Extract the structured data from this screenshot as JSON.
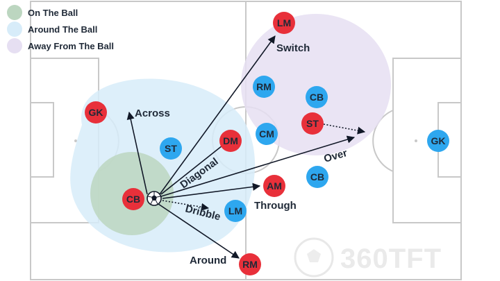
{
  "legend": [
    {
      "label": "On The Ball",
      "color": "#bcd6c0"
    },
    {
      "label": "Around The Ball",
      "color": "#d7ecf9"
    },
    {
      "label": "Away From The Ball",
      "color": "#e6dff2"
    }
  ],
  "colors": {
    "team_red": "#e8303a",
    "team_blue": "#2ea7ef",
    "on_ball": "#bcd6c0",
    "around_ball": "#d7ecf9",
    "away_ball": "#e6dff2",
    "pitch_lines": "#c8c8c8"
  },
  "players": [
    {
      "id": "gk-left",
      "label": "GK",
      "team": "red"
    },
    {
      "id": "cb-left",
      "label": "CB",
      "team": "red"
    },
    {
      "id": "dm",
      "label": "DM",
      "team": "red"
    },
    {
      "id": "am",
      "label": "AM",
      "team": "red"
    },
    {
      "id": "rm",
      "label": "RM",
      "team": "red"
    },
    {
      "id": "lm-top",
      "label": "LM",
      "team": "red"
    },
    {
      "id": "st-red",
      "label": "ST",
      "team": "red"
    },
    {
      "id": "st-blue",
      "label": "ST",
      "team": "blue"
    },
    {
      "id": "lm-blue",
      "label": "LM",
      "team": "blue"
    },
    {
      "id": "rm-blue",
      "label": "RM",
      "team": "blue"
    },
    {
      "id": "cm-blue",
      "label": "CM",
      "team": "blue"
    },
    {
      "id": "cb-blue-top",
      "label": "CB",
      "team": "blue"
    },
    {
      "id": "cb-blue-bottom",
      "label": "CB",
      "team": "blue"
    },
    {
      "id": "gk-right",
      "label": "GK",
      "team": "blue"
    }
  ],
  "passes": {
    "across": "Across",
    "diagonal": "Diagonal",
    "switch": "Switch",
    "over": "Over",
    "through": "Through",
    "dribble": "Dribble",
    "around": "Around"
  },
  "watermark": "360TFT",
  "icons": {
    "ball": "soccer-ball-icon",
    "watermark_ball": "soccer-ball-icon"
  }
}
